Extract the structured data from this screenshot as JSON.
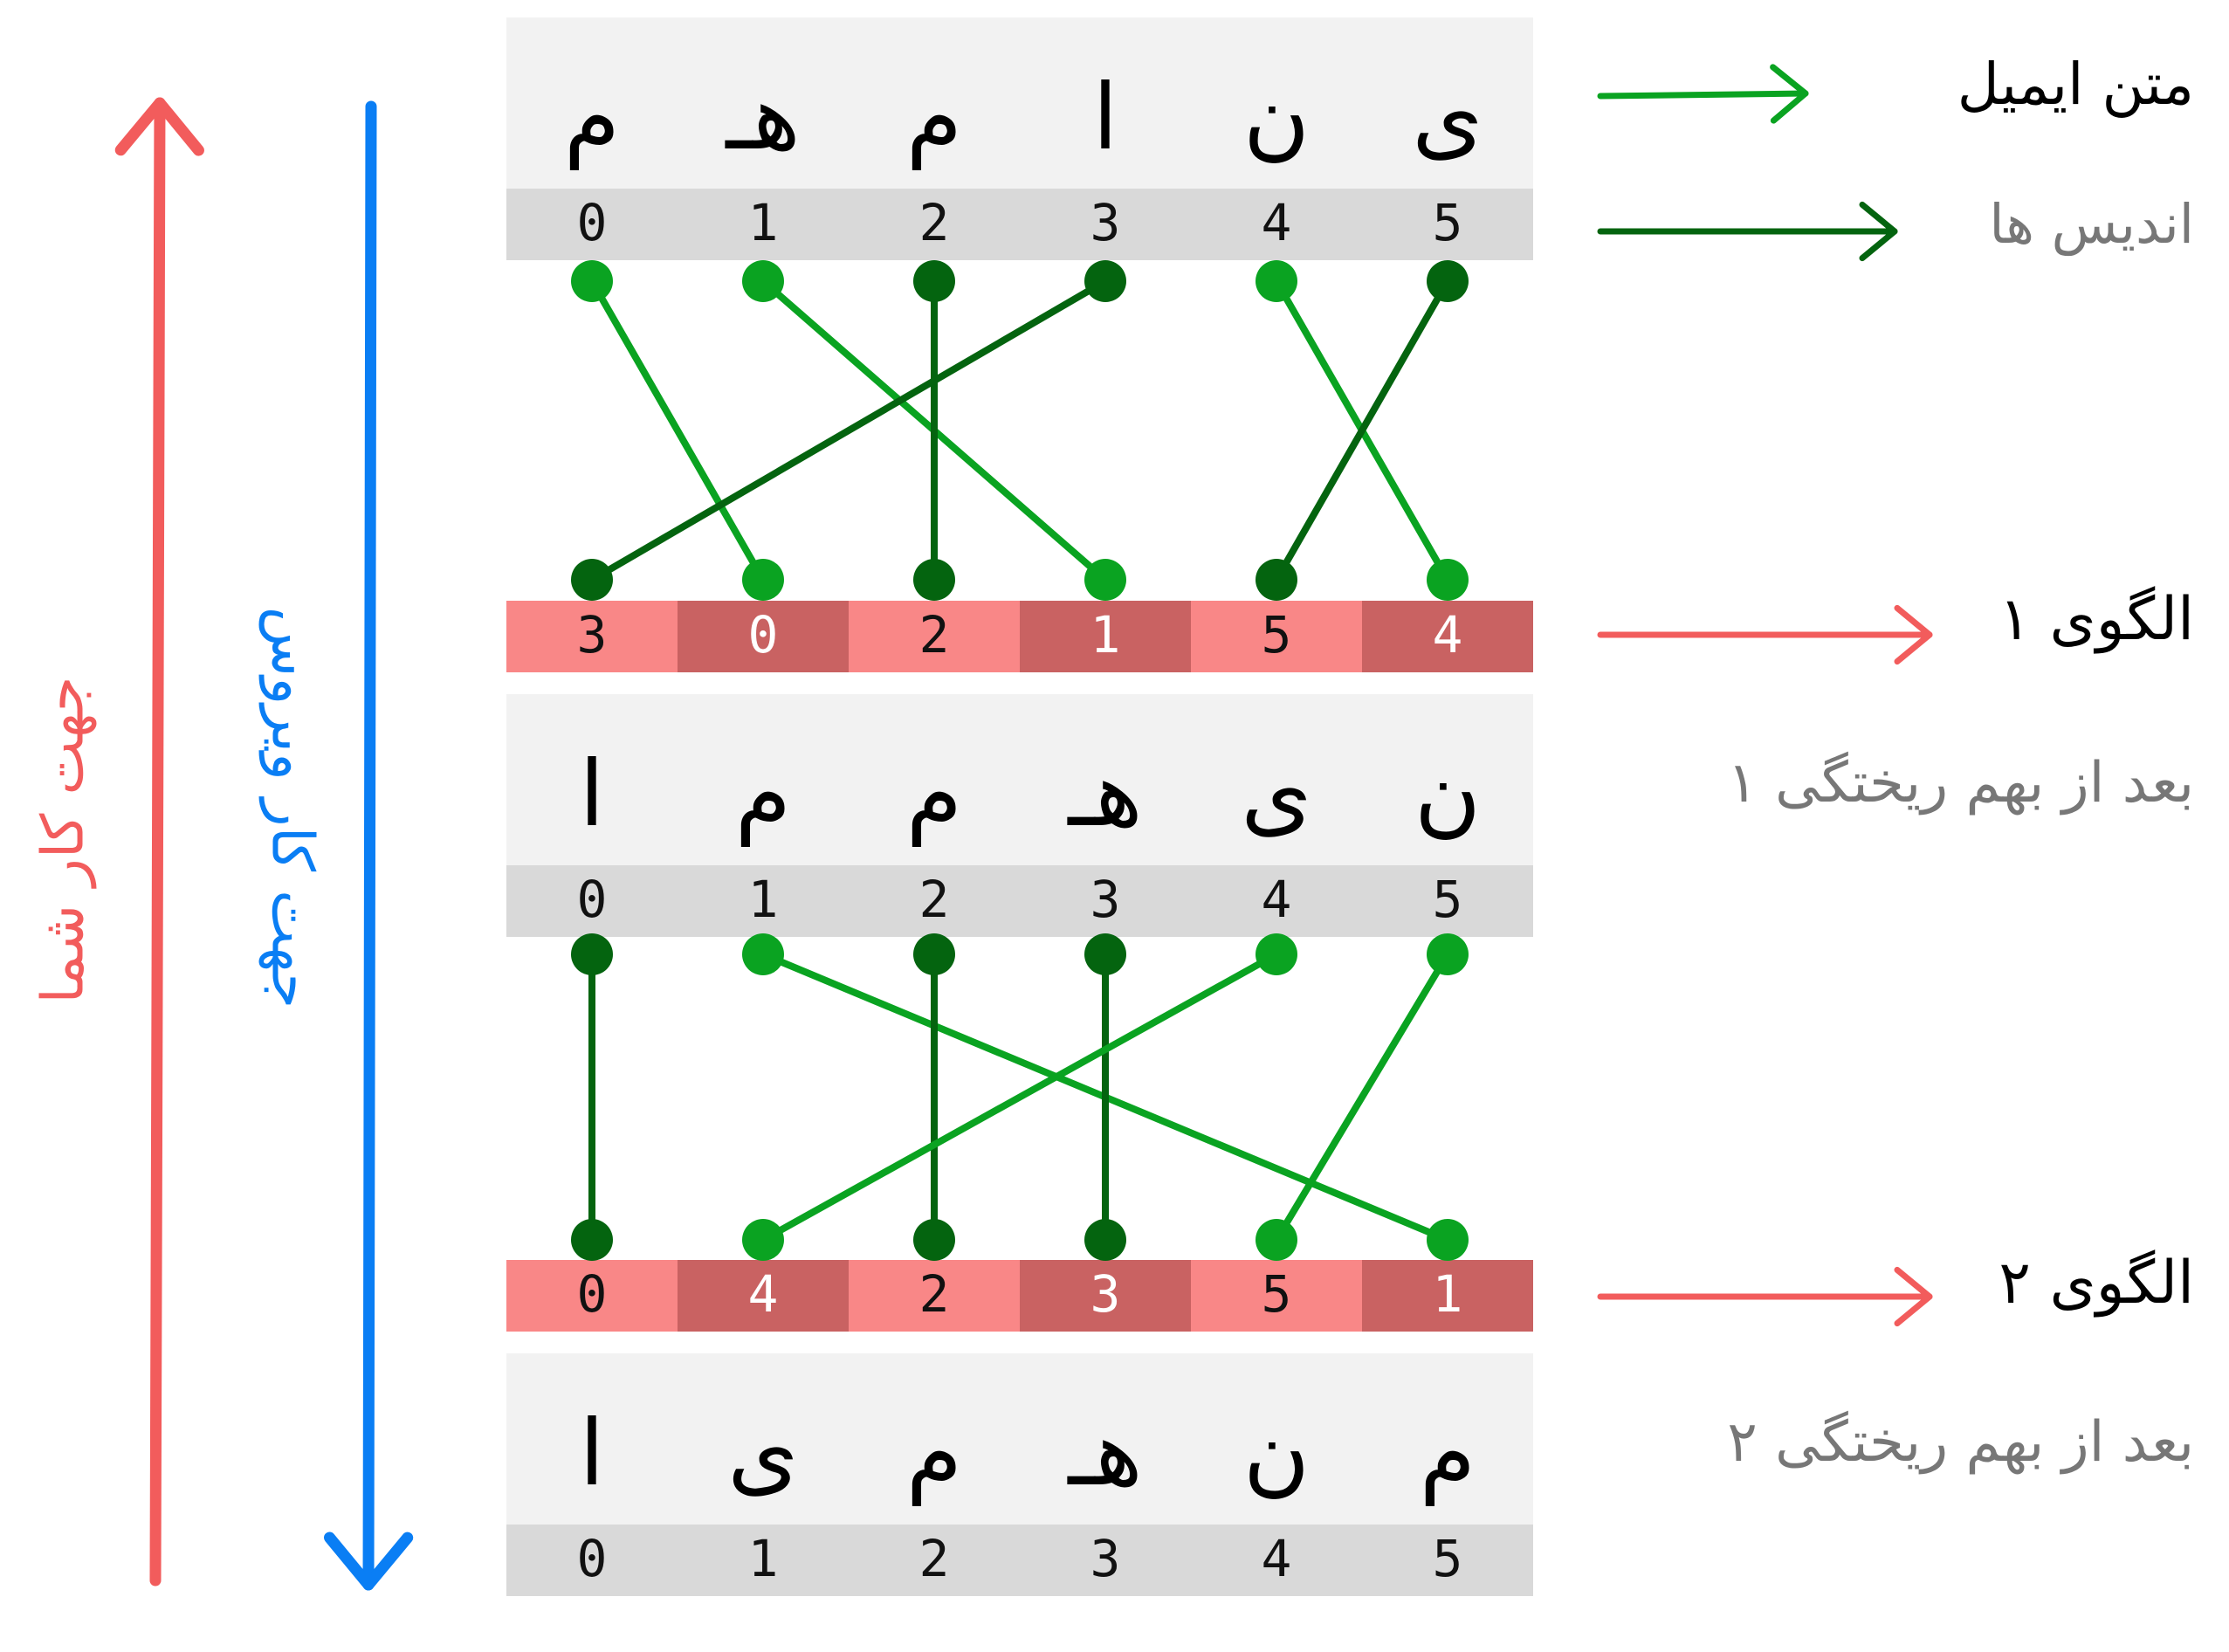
{
  "colors": {
    "row_bg": "#f2f2f2",
    "index_bg": "#d9d9d9",
    "pattern_light": "#f98787",
    "pattern_dark": "#c96262",
    "link_light": "#0aa321",
    "link_dark": "#04640f",
    "you_arrow": "#f25c5c",
    "virus_arrow": "#0a7ef4",
    "label_main": "#000000",
    "label_gray": "#777777"
  },
  "labels": {
    "email_text": "متن ایمیل",
    "indices": "اندیس ها",
    "pattern1": "الگوی ۱",
    "after_shuffle1": "بعد از بهم ریختگی ۱",
    "pattern2": "الگوی ۲",
    "after_shuffle2": "بعد از بهم ریختگی ۲",
    "your_direction": "جهت کار شما",
    "virus_direction": "جهت کار ویروس"
  },
  "rows": {
    "email": [
      "م",
      "هـ",
      "م",
      "ا",
      "ن",
      "ی"
    ],
    "index": [
      "0",
      "1",
      "2",
      "3",
      "4",
      "5"
    ],
    "pattern1": [
      "3",
      "0",
      "2",
      "1",
      "5",
      "4"
    ],
    "shuffle1": [
      "ا",
      "م",
      "م",
      "هـ",
      "ی",
      "ن"
    ],
    "pattern2": [
      "0",
      "4",
      "2",
      "3",
      "5",
      "1"
    ],
    "shuffle2": [
      "ا",
      "ی",
      "م",
      "هـ",
      "ن",
      "م"
    ]
  },
  "links1": [
    {
      "from": 0,
      "to": 1,
      "shade": "light"
    },
    {
      "from": 1,
      "to": 3,
      "shade": "light"
    },
    {
      "from": 2,
      "to": 2,
      "shade": "dark"
    },
    {
      "from": 3,
      "to": 0,
      "shade": "dark"
    },
    {
      "from": 4,
      "to": 5,
      "shade": "light"
    },
    {
      "from": 5,
      "to": 4,
      "shade": "dark"
    }
  ],
  "links2": [
    {
      "from": 0,
      "to": 0,
      "shade": "dark"
    },
    {
      "from": 1,
      "to": 5,
      "shade": "light"
    },
    {
      "from": 2,
      "to": 2,
      "shade": "dark"
    },
    {
      "from": 3,
      "to": 3,
      "shade": "dark"
    },
    {
      "from": 4,
      "to": 1,
      "shade": "light"
    },
    {
      "from": 5,
      "to": 4,
      "shade": "light"
    }
  ]
}
